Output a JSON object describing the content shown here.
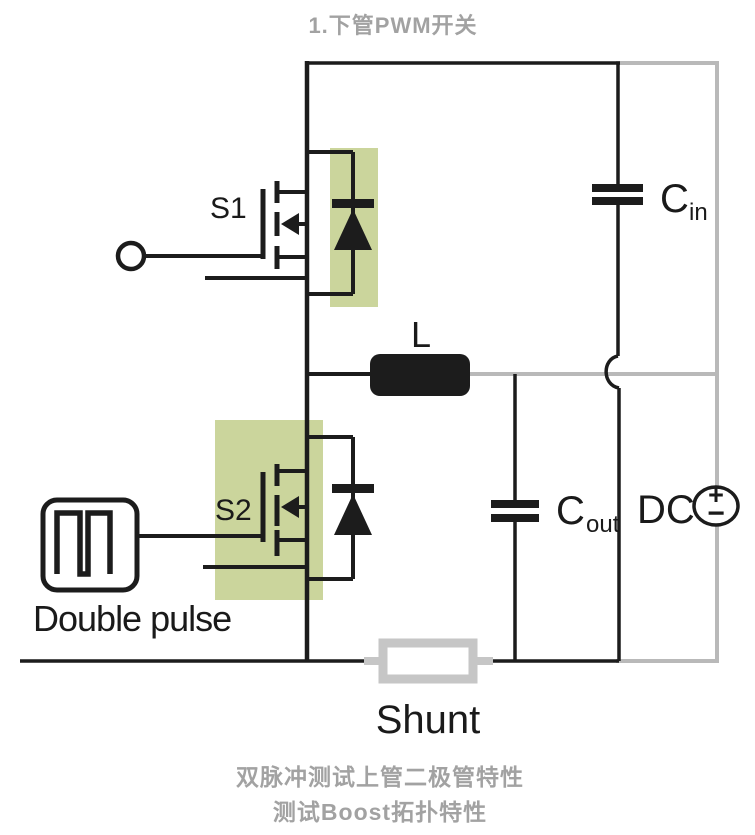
{
  "figure": {
    "title": "1.下管PWM开关",
    "caption_line1": "双脉冲测试上管二极管特性",
    "caption_line2": "测试Boost拓扑特性"
  },
  "labels": {
    "s1": "S1",
    "s2": "S2",
    "inductor": "L",
    "cin_main": "C",
    "cin_sub": "in",
    "cout_main": "C",
    "cout_sub": "out",
    "dc": "DC",
    "dc_plus": "+",
    "dc_minus": "−",
    "shunt": "Shunt",
    "double_pulse": "Double pulse"
  },
  "colors": {
    "wire_black": "#1c1c1c",
    "wire_gray": "#b9b9b9",
    "shunt_gray": "#c6c6c6",
    "highlight_green": "#cbd59c",
    "text_gray": "#a2a2a2",
    "text_black": "#1a1a1a",
    "background": "#ffffff"
  }
}
